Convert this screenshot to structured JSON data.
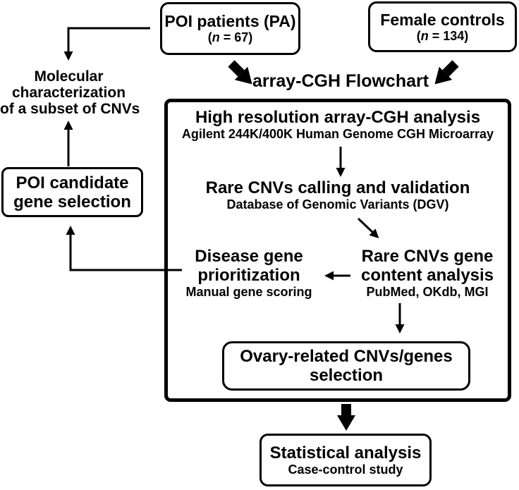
{
  "colors": {
    "ink": "#000000",
    "background": "#ffffff"
  },
  "top": {
    "poi_patients": {
      "title": "POI patients (PA)",
      "count_open": "(",
      "count_n": "n",
      "count_rest": " = 67)"
    },
    "female_controls": {
      "title": "Female controls",
      "count_open": "(",
      "count_n": "n",
      "count_rest": " = 134)"
    },
    "flowchart_label": "array-CGH Flowchart"
  },
  "left_column": {
    "molecular": {
      "line1": "Molecular",
      "line2": "characterization",
      "line3": "of a subset of CNVs"
    },
    "poi_candidate": {
      "line1": "POI candidate",
      "line2": "gene selection"
    }
  },
  "pipeline": {
    "high_resolution": {
      "title": "High resolution array-CGH analysis",
      "subtitle": "Agilent 244K/400K Human Genome CGH Microarray"
    },
    "rare_cnv_calling": {
      "title": "Rare CNVs calling and validation",
      "subtitle": "Database of Genomic Variants (DGV)"
    },
    "disease_gene": {
      "line1": "Disease gene",
      "line2": "prioritization",
      "subtitle": "Manual gene scoring"
    },
    "rare_cnv_content": {
      "line1": "Rare CNVs gene",
      "line2": "content analysis",
      "subtitle": "PubMed, OKdb, MGI"
    },
    "ovary_selection": {
      "line1": "Ovary-related CNVs/genes",
      "line2": "selection"
    }
  },
  "bottom": {
    "statistical": {
      "title": "Statistical analysis",
      "subtitle": "Case-control study"
    }
  }
}
